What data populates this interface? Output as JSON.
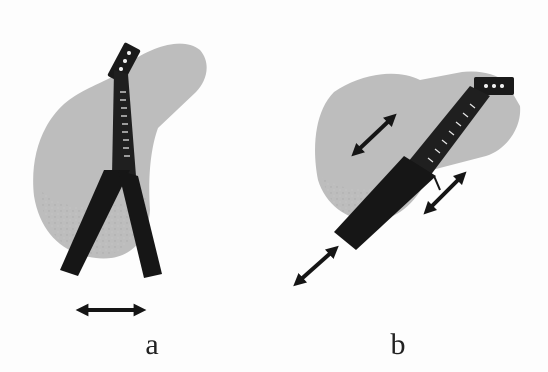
{
  "panels": [
    {
      "id": "a",
      "label": "a"
    },
    {
      "id": "b",
      "label": "b"
    }
  ],
  "icons": {
    "arrow": "double-headed-arrow-icon",
    "instrument": "osteotomy-guide-icon"
  },
  "colors": {
    "background": "#fdfdfd",
    "bone": "#b9b9b9",
    "bone_dark": "#9c9c9c",
    "instrument": "#1a1a1a",
    "label": "#222222"
  }
}
